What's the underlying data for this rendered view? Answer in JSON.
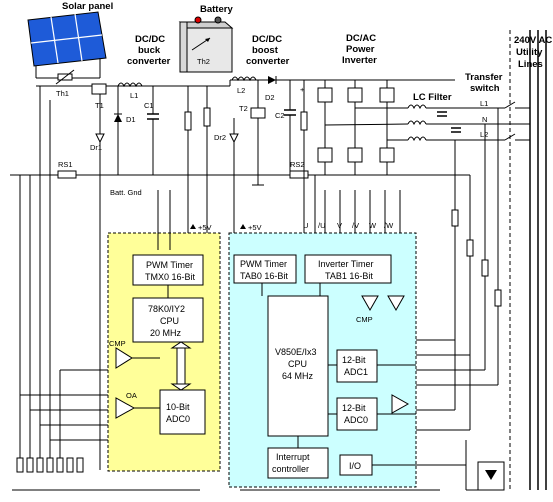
{
  "labels": {
    "solar_panel": "Solar panel",
    "battery": "Battery",
    "th2": "Th2",
    "buck_l1": "DC/DC",
    "buck_l2": "buck",
    "buck_l3": "converter",
    "boost_l1": "DC/DC",
    "boost_l2": "boost",
    "boost_l3": "converter",
    "inv_l1": "DC/AC",
    "inv_l2": "Power",
    "inv_l3": "Inverter",
    "lc_filter": "LC Filter",
    "transfer_l1": "Transfer",
    "transfer_l2": "switch",
    "utility_l1": "240V AC",
    "utility_l2": "Utility",
    "utility_l3": "Lines",
    "line_l1": "L1",
    "line_n": "N",
    "line_l2": "L2",
    "th1": "Th1",
    "t1": "T1",
    "dr1": "Dr1",
    "d1": "D1",
    "l1": "L1",
    "c1": "C1",
    "l2": "L2",
    "d2": "D2",
    "t2": "T2",
    "c2": "C2",
    "dr2": "Dr2",
    "rs1": "RS1",
    "rs2": "RS2",
    "batt_gnd": "Batt. Gnd",
    "plus5v_left": "+5V",
    "plus5v_right": "+5V",
    "phase_u": "U",
    "phase_u_bar": "/U",
    "phase_v": "V",
    "phase_v_bar": "/V",
    "phase_w": "W",
    "phase_w_bar": "/W",
    "cmp_left": "CMP",
    "cmp_right": "CMP",
    "oa": "OA",
    "plus": "+"
  },
  "blocks": {
    "pwm_tmx0_l1": "PWM Timer",
    "pwm_tmx0_l2": "TMX0 16-Bit",
    "cpu_left_l1": "78K0/IY2",
    "cpu_left_l2": "CPU",
    "cpu_left_l3": "20 MHz",
    "adc0_left_l1": "10-Bit",
    "adc0_left_l2": "ADC0",
    "pwm_tab0_l1": "PWM Timer",
    "pwm_tab0_l2": "TAB0 16-Bit",
    "inv_timer_l1": "Inverter Timer",
    "inv_timer_l2": "TAB1 16-Bit",
    "cpu_right_l1": "V850E/Ix3",
    "cpu_right_l2": "CPU",
    "cpu_right_l3": "64 MHz",
    "adc1_l1": "12-Bit",
    "adc1_l2": "ADC1",
    "adc0_right_l1": "12-Bit",
    "adc0_right_l2": "ADC0",
    "interrupt_l1": "Interrupt",
    "interrupt_l2": "controller",
    "io": "I/O"
  },
  "colors": {
    "left_mcu_fill": "#FFFF99",
    "right_mcu_fill": "#CCFFFF",
    "block_fill": "#FFFFFF",
    "solar_cell": "#1E5BD8",
    "battery_fill": "#E8E8E8",
    "wire": "#000000"
  }
}
